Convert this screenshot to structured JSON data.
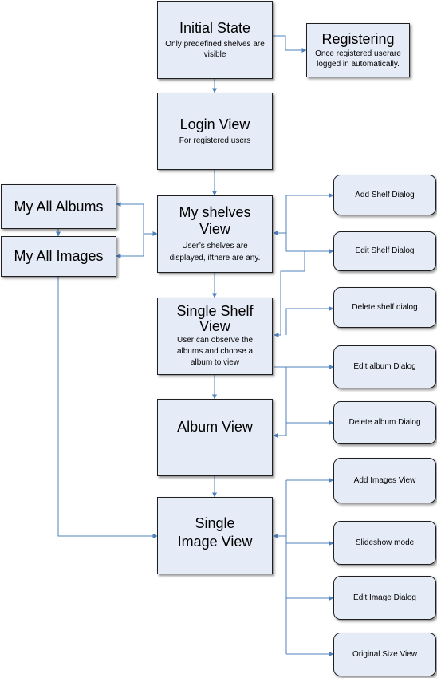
{
  "nodes": {
    "initial_state": {
      "title": "Initial State",
      "subtitle": "Only predefined shelves are visible"
    },
    "registering": {
      "title": "Registering",
      "subtitle": "Once  registered userare logged in automatically."
    },
    "login_view": {
      "title": "Login View",
      "subtitle": "For registered users"
    },
    "my_shelves_view": {
      "title": "My shelves View",
      "subtitle": "User’s shelves are displayed, ifthere are any."
    },
    "single_shelf_view": {
      "title": "Single Shelf View",
      "subtitle": "User can observe the albums and choose a album to view"
    },
    "album_view": {
      "title": "Album View"
    },
    "single_image_view": {
      "title": "Single Image View"
    },
    "my_all_albums": {
      "title": "My All Albums"
    },
    "my_all_images": {
      "title": "My All Images"
    },
    "add_shelf_dialog": {
      "title": "Add Shelf Dialog"
    },
    "edit_shelf_dialog": {
      "title": "Edit Shelf Dialog"
    },
    "delete_shelf_dialog": {
      "title": "Delete shelf dialog"
    },
    "edit_album_dialog": {
      "title": "Edit album Dialog"
    },
    "delete_album_dialog": {
      "title": "Delete album Dialog"
    },
    "add_images_view": {
      "title": "Add Images View"
    },
    "slideshow_mode": {
      "title": "Slideshow mode"
    },
    "edit_image_dialog": {
      "title": "Edit Image Dialog"
    },
    "original_size_view": {
      "title": "Original Size View"
    }
  },
  "colors": {
    "box_fill": "#e6ecf7",
    "box_border": "#1f1f1f",
    "connector": "#4f81bd"
  }
}
